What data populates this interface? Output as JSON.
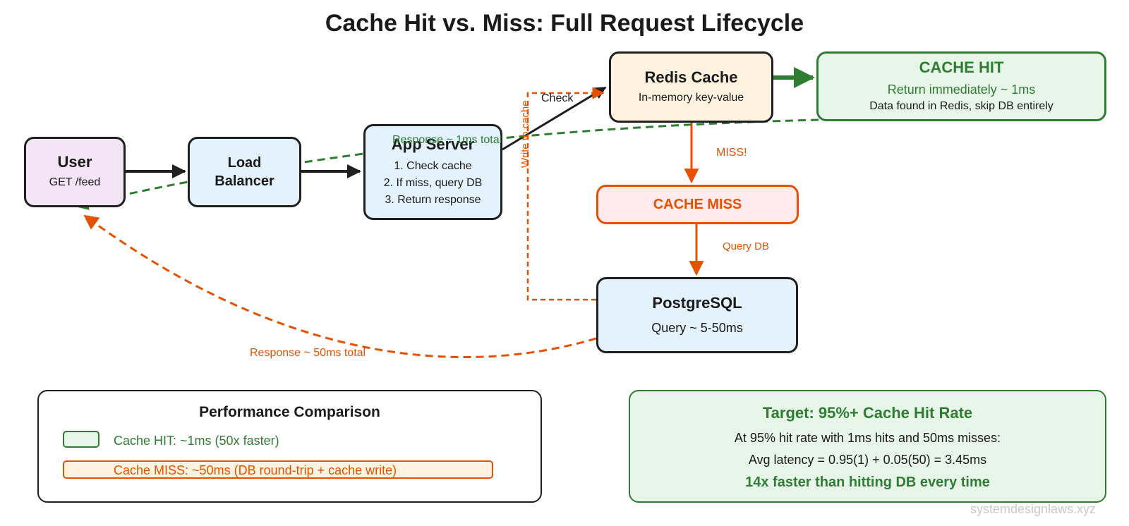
{
  "title": "Cache Hit vs. Miss: Full Request Lifecycle",
  "nodes": {
    "user": {
      "title": "User",
      "sub": "GET /feed"
    },
    "load_balancer": {
      "title_line1": "Load",
      "title_line2": "Balancer"
    },
    "app_server": {
      "title": "App Server",
      "lines": [
        "1. Check cache",
        "2. If miss, query DB",
        "3. Return response"
      ]
    },
    "redis": {
      "title": "Redis Cache",
      "sub": "In-memory key-value"
    },
    "cache_hit": {
      "title": "CACHE HIT",
      "line1": "Return immediately ~ 1ms",
      "line2": "Data found in Redis, skip DB entirely"
    },
    "cache_miss": {
      "title": "CACHE MISS"
    },
    "postgres": {
      "title": "PostgreSQL",
      "sub": "Query ~ 5-50ms"
    }
  },
  "edge_labels": {
    "check": "Check",
    "miss": "MISS!",
    "query_db": "Query DB",
    "write_to_cache": "Write to cache",
    "response_hit": "Response ~ 1ms total",
    "response_miss": "Response ~ 50ms total"
  },
  "legend": {
    "title": "Performance Comparison",
    "hit": "Cache HIT: ~1ms (50x faster)",
    "miss": "Cache MISS: ~50ms (DB round-trip + cache write)"
  },
  "target": {
    "title": "Target: 95%+ Cache Hit Rate",
    "line1": "At 95% hit rate with 1ms hits and 50ms misses:",
    "line2": "Avg latency = 0.95(1) + 0.05(50) = 3.45ms",
    "line3": "14x faster than hitting DB every time"
  },
  "watermark": "systemdesignlaws.xyz",
  "colors": {
    "dark": "#1f1f1f",
    "green": "#2e7d32",
    "orange": "#e65100",
    "user_fill": "#f3e5f5",
    "blue_fill": "#e3f2fd",
    "redis_fill": "#fff3e0",
    "hit_fill": "#e8f5e9",
    "miss_fill": "#ffebee"
  }
}
